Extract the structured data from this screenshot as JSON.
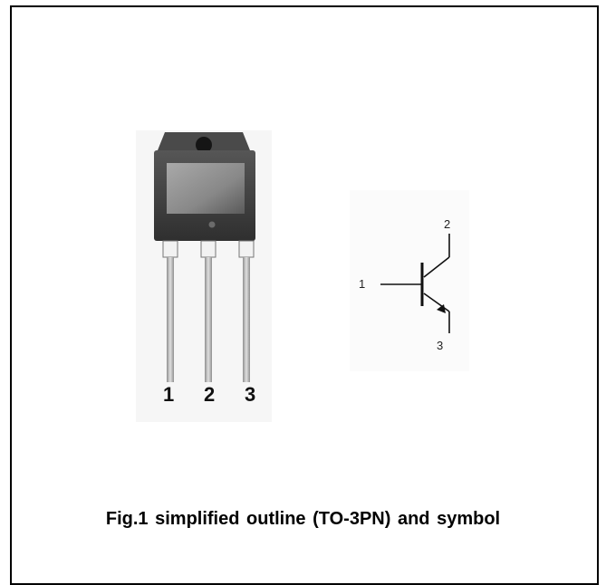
{
  "figure": {
    "caption": "Fig.1 simplified outline (TO-3PN) and symbol"
  },
  "package": {
    "pin_labels": [
      "1",
      "2",
      "3"
    ]
  },
  "symbol": {
    "pin_labels": {
      "base": "1",
      "collector": "2",
      "emitter": "3"
    }
  },
  "colors": {
    "border": "#000000",
    "package_body": "#3d3d3d",
    "leads": "#b9b9b9"
  }
}
